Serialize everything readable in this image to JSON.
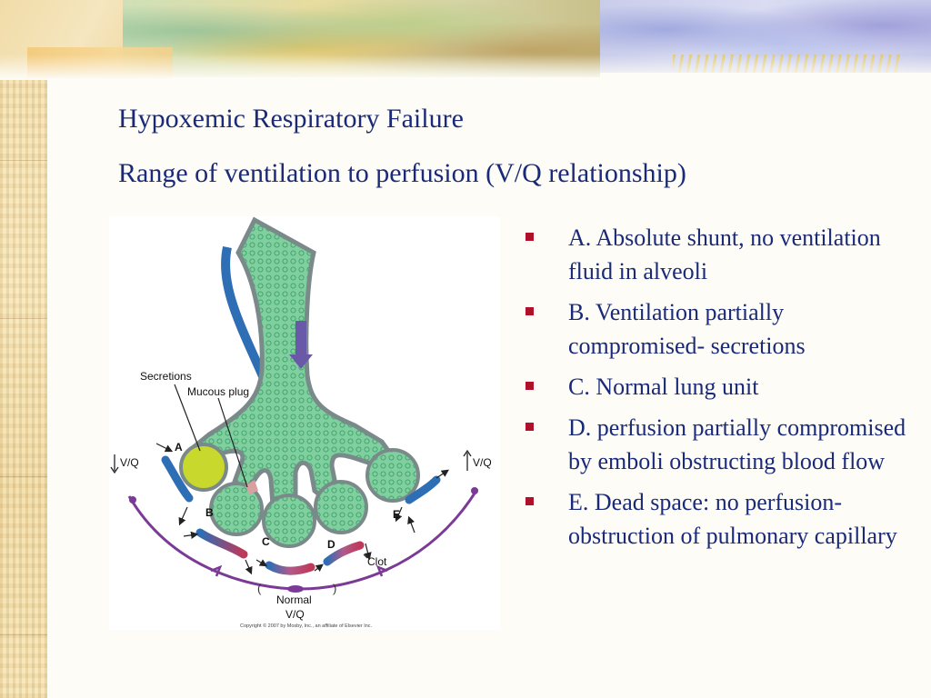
{
  "slide": {
    "title": "Hypoxemic Respiratory Failure",
    "subtitle": "Range of ventilation to perfusion (V/Q relationship)"
  },
  "bullets": [
    "A. Absolute shunt, no ventilation fluid in alveoli",
    "B. Ventilation partially compromised- secretions",
    "C. Normal lung unit",
    "D. perfusion partially compromised by emboli obstructing blood flow",
    "E. Dead space: no perfusion- obstruction of pulmonary capillary"
  ],
  "diagram": {
    "labels": {
      "secretions": "Secretions",
      "mucous_plug": "Mucous plug",
      "vq_left": "V/Q",
      "vq_right": "V/Q",
      "a": "A",
      "b": "B",
      "c": "C",
      "d": "D",
      "e": "E",
      "clot": "Clot",
      "normal": "Normal",
      "normal_vq": "V/Q",
      "copyright": "Copyright © 2007 by Mosby, Inc., an affiliate of Elsevier Inc."
    },
    "colors": {
      "airway_fill": "#7fcf9f",
      "airway_stroke": "#7a8a8a",
      "fluid": "#c8d82c",
      "vessel_blue": "#2e6eb4",
      "vessel_red": "#c0385a",
      "arc": "#7a3a96",
      "arrow": "#6a58a8"
    }
  }
}
